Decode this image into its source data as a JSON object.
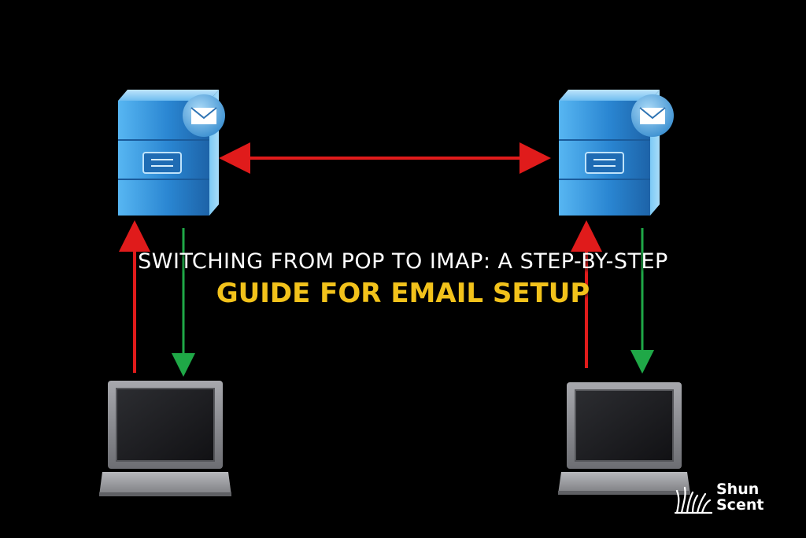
{
  "headline": {
    "line1": "SWITCHING FROM POP TO IMAP: A STEP-BY-STEP",
    "line2": "GUIDE FOR EMAIL SETUP",
    "line2_color": "#f2c21b"
  },
  "diagram": {
    "icons": [
      "mail-server-icon",
      "envelope-icon",
      "laptop-icon"
    ],
    "colors": {
      "server_blue": "#2f8fd8",
      "arrow_red": "#e01b1b",
      "arrow_green": "#1fa847"
    }
  },
  "brand": {
    "name_line1": "Shun",
    "name_line2": "Scent"
  }
}
